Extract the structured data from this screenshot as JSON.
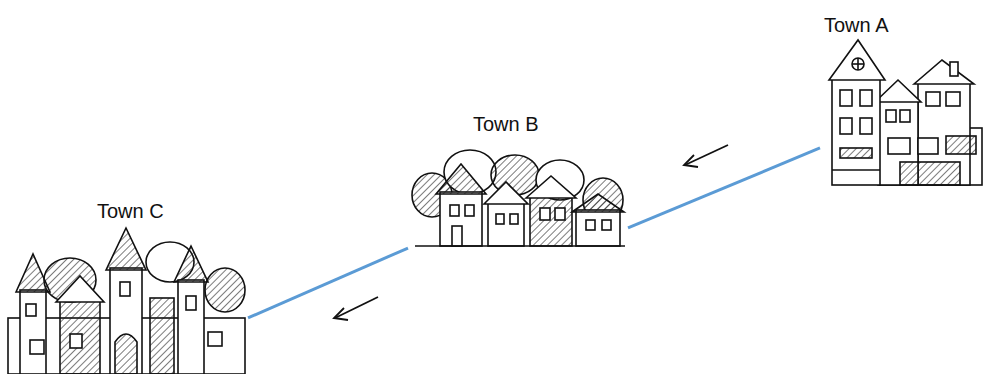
{
  "diagram": {
    "nodes": [
      {
        "text": [
          "Town A"
        ]
      },
      {
        "text": [
          "Town B"
        ]
      },
      {
        "text": [
          "Town C"
        ]
      }
    ],
    "edges": [
      {
        "from": 0,
        "to": 1,
        "arrow": "none"
      },
      {
        "from": 1,
        "to": 2,
        "arrow": "none"
      }
    ]
  }
}
